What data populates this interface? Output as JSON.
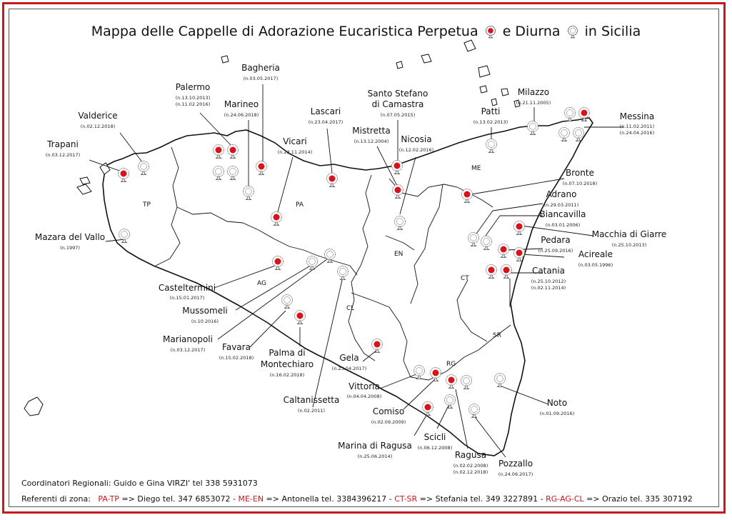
{
  "title": {
    "part1": "Mappa delle Cappelle di Adorazione Eucaristica Perpetua",
    "part2": "e Diurna",
    "part3": "in Sicilia",
    "perpetual_icon": "monstrance-red-icon",
    "diurnal_icon": "monstrance-white-icon"
  },
  "colors": {
    "accent": "#c8191e",
    "perpetual": "#d7141b",
    "diurnal": "#ffffff"
  },
  "zones": [
    "TP",
    "PA",
    "ME",
    "AG",
    "CL",
    "EN",
    "CT",
    "SR",
    "RG"
  ],
  "chapels": [
    {
      "name": "Trapani",
      "date": "(n.03.12.2017)"
    },
    {
      "name": "Valderice",
      "date": "(n.02.12.2018)"
    },
    {
      "name": "Palermo",
      "date": "(n.13.10.2013)",
      "date2": "(n.11.02.2016)"
    },
    {
      "name": "Marineo",
      "date": "(n.24.06.2018)"
    },
    {
      "name": "Bagheria",
      "date": "(n.03.05.2017)"
    },
    {
      "name": "Vicari",
      "date": "(n.23.11.2014)"
    },
    {
      "name": "Lascari",
      "date": "(n.23.04.2017)"
    },
    {
      "name": "Santo Stefano",
      "name2": "di Camastra",
      "date": "(n.07.05.2015)"
    },
    {
      "name": "Mistretta",
      "date": "(n.13.12.2004)"
    },
    {
      "name": "Nicosia",
      "date": "(n.12.02.2016)"
    },
    {
      "name": "Patti",
      "date": "(n.13.02.2013)"
    },
    {
      "name": "Milazzo",
      "date": "(n.21.11.2005)"
    },
    {
      "name": "Messina",
      "date": "(n.11.02.2011)",
      "date2": "(n.24.04.2016)"
    },
    {
      "name": "Bronte",
      "date": "(n.07.10.2018)"
    },
    {
      "name": "Adrano",
      "date": "(n.29.03.2011)"
    },
    {
      "name": "Biancavilla",
      "date": "(n.03.01.2006)"
    },
    {
      "name": "Macchia di Giarre",
      "date": "(n.25.10.2013)"
    },
    {
      "name": "Pedara",
      "date": "(n.25.09.2016)"
    },
    {
      "name": "Acireale",
      "date": "(n.03.05.1996)"
    },
    {
      "name": "Catania",
      "date": "(n.25.10.2012)",
      "date2": "(n.02.11.2014)"
    },
    {
      "name": "Mazara del Vallo",
      "date": "(n.1997)"
    },
    {
      "name": "Casteltermini",
      "date": "(n.15.01.2017)"
    },
    {
      "name": "Mussomeli",
      "date": "(n.10.2016)"
    },
    {
      "name": "Marianopoli",
      "date": "(n.03.12.2017)"
    },
    {
      "name": "Favara",
      "date": "(n.15.02.2018)"
    },
    {
      "name": "Palma di",
      "name2": "Montechiaro",
      "date": "(n.16.02.2018)"
    },
    {
      "name": "Caltanissetta",
      "date": "(n.02.2011)"
    },
    {
      "name": "Gela",
      "date": "(n.23.04.2017)"
    },
    {
      "name": "Vittoria",
      "date": "(n.04.04.2008)"
    },
    {
      "name": "Comiso",
      "date": "(n.02.09.2009)"
    },
    {
      "name": "Marina di Ragusa",
      "date": "(n.25.06.2014)"
    },
    {
      "name": "Scicli",
      "date": "(n.06.12.2008)"
    },
    {
      "name": "Ragusa",
      "date": "(n.02.02.2008)",
      "date2": "(n.02.12.2018)"
    },
    {
      "name": "Pozzallo",
      "date": "(n.24.06.2017)"
    },
    {
      "name": "Noto",
      "date": "(n.01.09.2016)"
    }
  ],
  "footer": {
    "coordinators": "Coordinatori Regionali: Guido e Gina VIRZI' tel 338 5931073",
    "referents_label": "Referenti di zona:",
    "r1_zone": "PA-TP",
    "r1_text": "=> Diego tel. 347 6853072  -",
    "r2_zone": "ME-EN",
    "r2_text": "=> Antonella  tel. 3384396217 -",
    "r3_zone": "CT-SR",
    "r3_text": "=> Stefania  tel. 349 3227891 -",
    "r4_zone": "RG-AG-CL",
    "r4_text": "=> Orazio tel. 335 307192"
  }
}
